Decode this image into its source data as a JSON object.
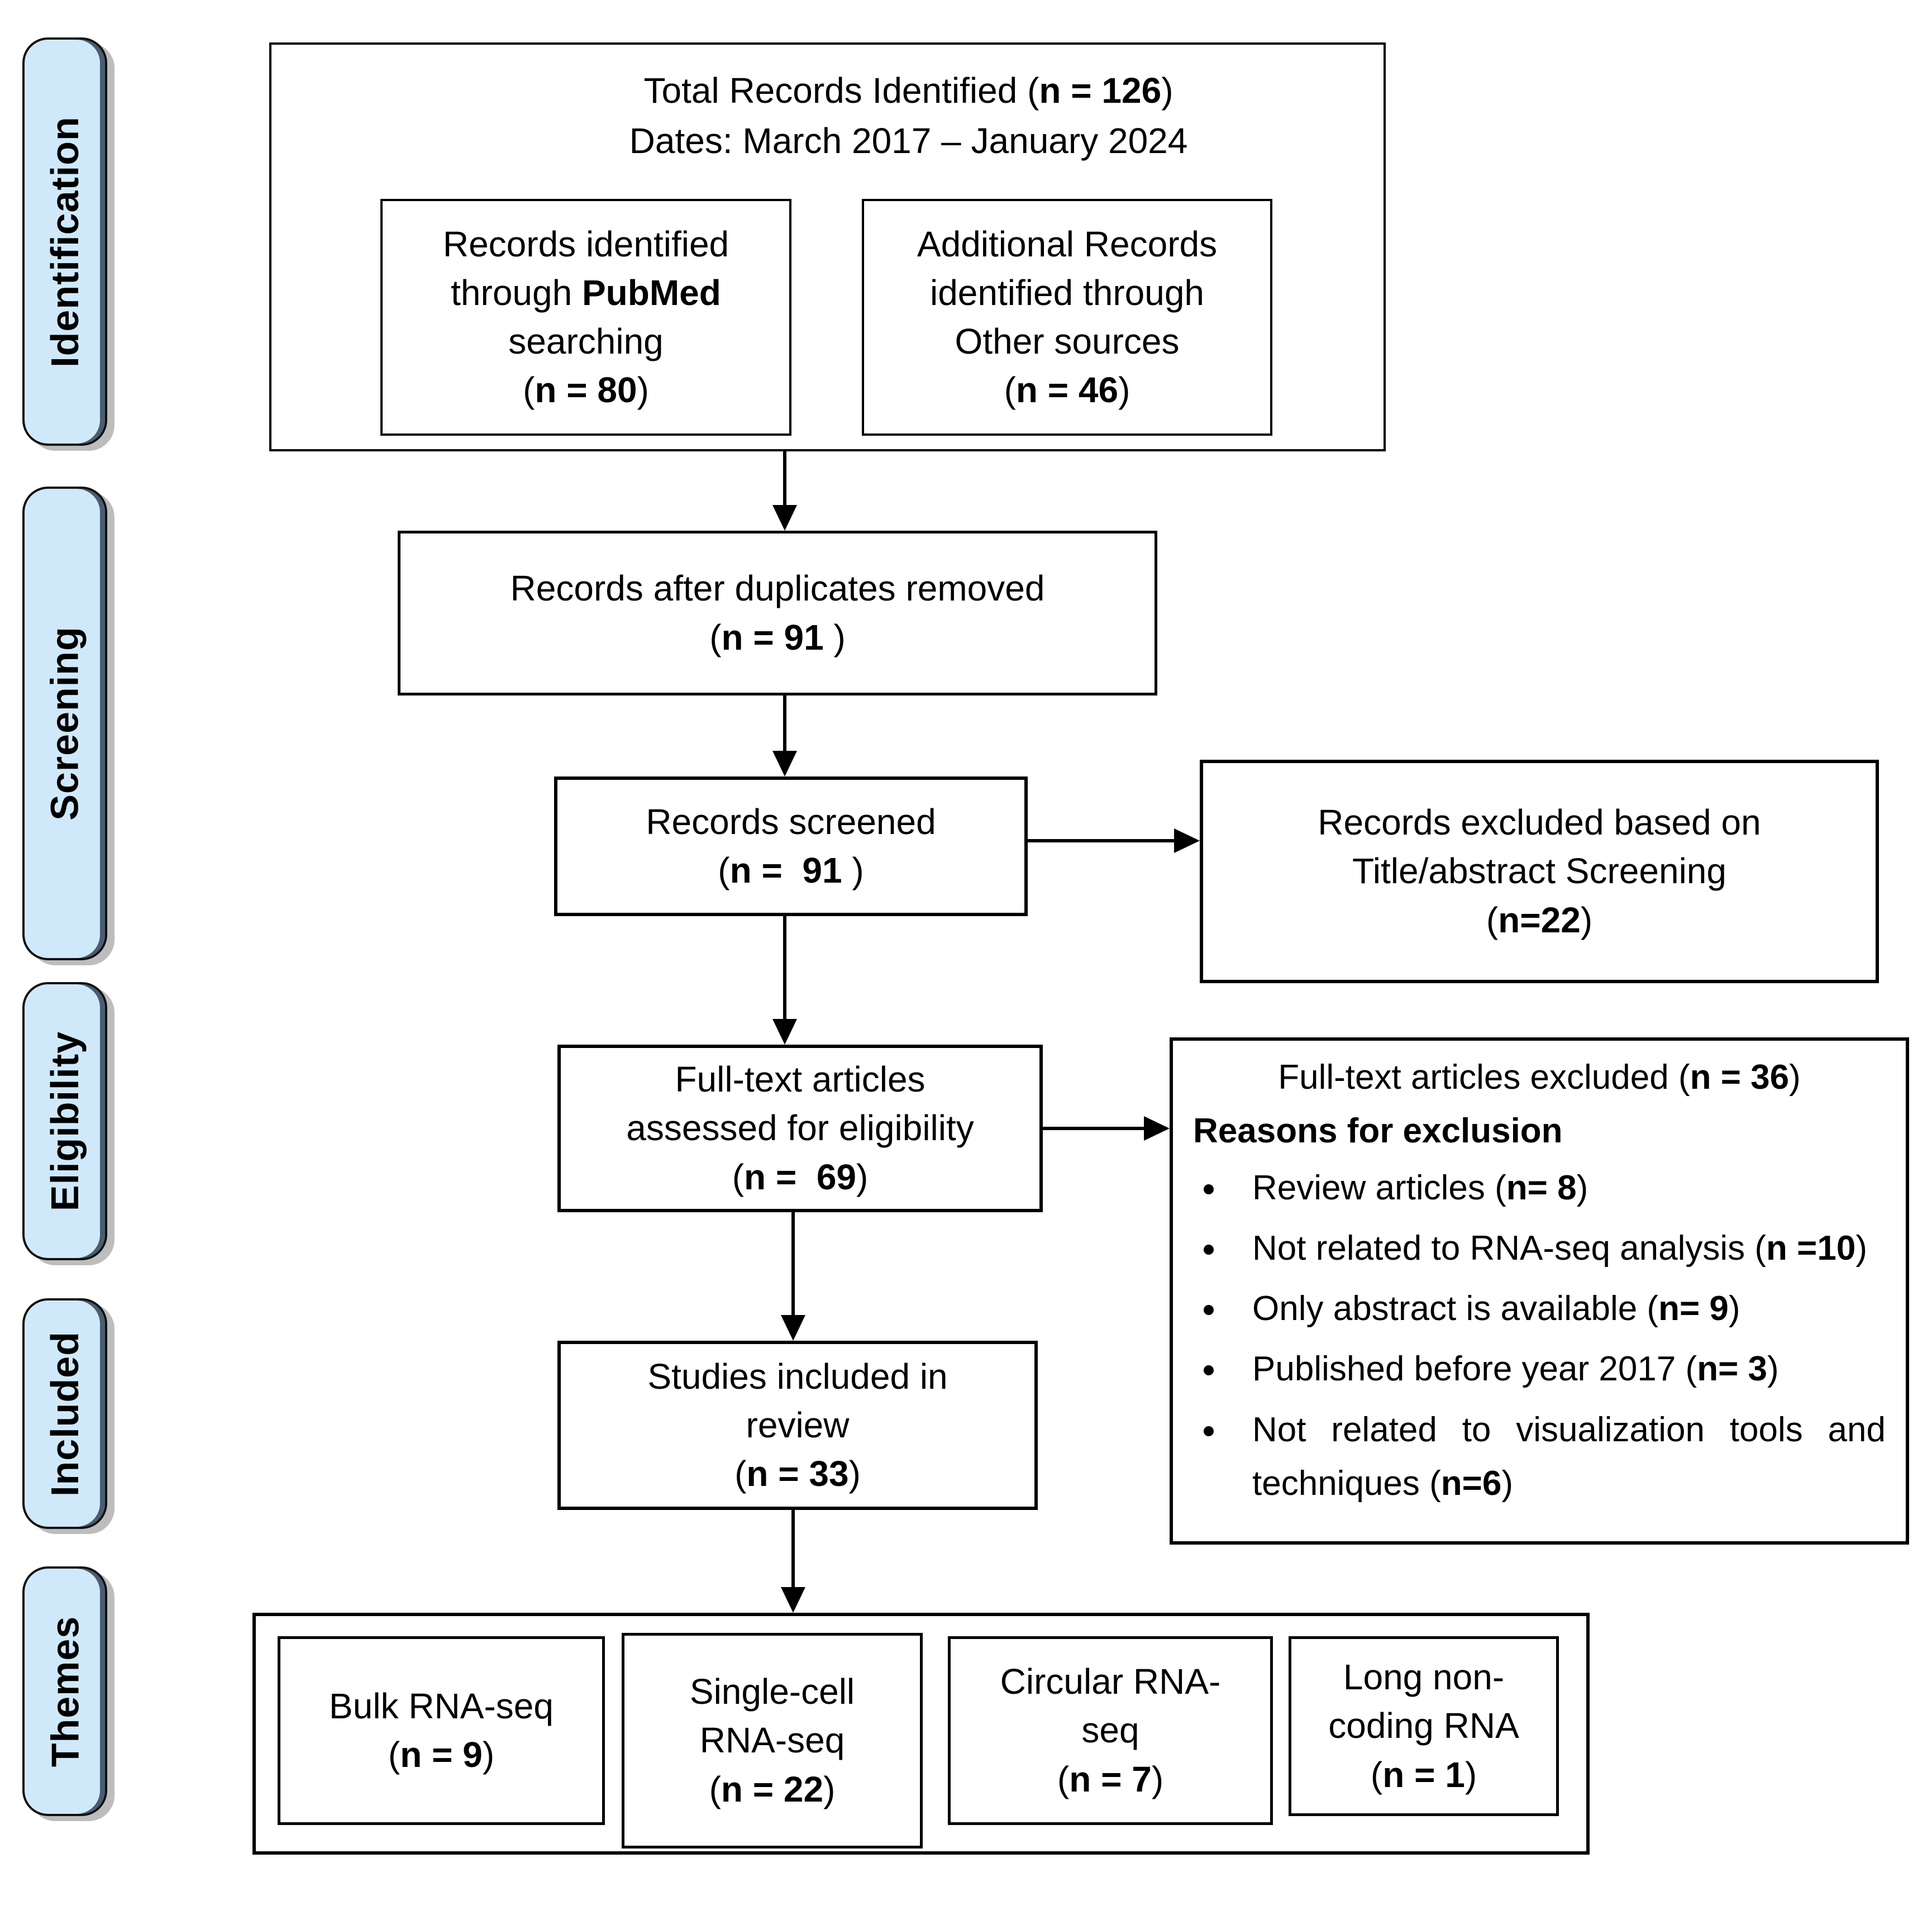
{
  "sidebar": {
    "items": [
      "Identification",
      "Screening",
      "Eligibility",
      "Included",
      "Themes"
    ]
  },
  "flow": {
    "top": {
      "title_pre": "Total Records Identified (",
      "title_bold": "n = 126",
      "title_post": ")",
      "dates": "Dates: March 2017 – January 2024",
      "pubmed": {
        "line1": "Records identified",
        "line2_pre": "through ",
        "line2_bold": "PubMed",
        "line3": "searching",
        "count_pre": "(",
        "count_bold": "n = 80",
        "count_post": ")"
      },
      "other": {
        "line1": "Additional Records",
        "line2": "identified through",
        "line3": "Other sources",
        "count_pre": "(",
        "count_bold": "n = 46",
        "count_post": ")"
      }
    },
    "duplicates": {
      "line1": "Records after duplicates removed",
      "count_pre": "(",
      "count_bold": "n = 91",
      "count_post": " )"
    },
    "screened": {
      "line1": "Records screened",
      "count_pre": "(",
      "count_bold": "n =  91",
      "count_post": " )"
    },
    "excluded": {
      "line1": "Records excluded based on",
      "line2": "Title/abstract Screening",
      "count_pre": "(",
      "count_bold": "n=22",
      "count_post": ")"
    },
    "fulltext": {
      "line1": "Full-text articles",
      "line2": "assessed for eligibility",
      "count_pre": "(",
      "count_bold": "n =  69",
      "count_post": ")"
    },
    "reasons": {
      "header_pre": "Full-text articles excluded (",
      "header_bold": "n = 36",
      "header_post": ")",
      "subheader": "Reasons for exclusion",
      "bullets": [
        {
          "pre": "Review articles (",
          "bold": "n= 8",
          "post": ")"
        },
        {
          "pre": "Not related to RNA-seq analysis (",
          "bold": "n =10",
          "post": ")"
        },
        {
          "pre": "Only abstract is available (",
          "bold": "n= 9",
          "post": ")"
        },
        {
          "pre": "Published before year 2017 (",
          "bold": "n= 3",
          "post": ")"
        },
        {
          "pre": "Not related to visualization tools and techniques (",
          "bold": "n=6",
          "post": ")"
        }
      ]
    },
    "studies": {
      "line1": "Studies included in",
      "line2": "review",
      "count_pre": "(",
      "count_bold": "n = 33",
      "count_post": ")"
    },
    "themes": [
      {
        "lines": [
          "Bulk RNA-seq"
        ],
        "count_pre": "(",
        "count_bold": "n = 9",
        "count_post": ")"
      },
      {
        "lines": [
          "Single-cell",
          "RNA-seq"
        ],
        "count_pre": "(",
        "count_bold": "n = 22",
        "count_post": ")"
      },
      {
        "lines": [
          "Circular RNA-",
          "seq"
        ],
        "count_pre": "(",
        "count_bold": "n = 7",
        "count_post": ")"
      },
      {
        "lines": [
          "Long non-",
          "coding RNA"
        ],
        "count_pre": "(",
        "count_bold": "n = 1",
        "count_post": ")"
      }
    ]
  },
  "colors": {
    "sidebar_fill": "#cfe9fb",
    "sidebar_edge": "#4a5d70",
    "sidebar_shadow": "#bdbdbd",
    "line_color": "#000000",
    "box_background": "#ffffff"
  }
}
